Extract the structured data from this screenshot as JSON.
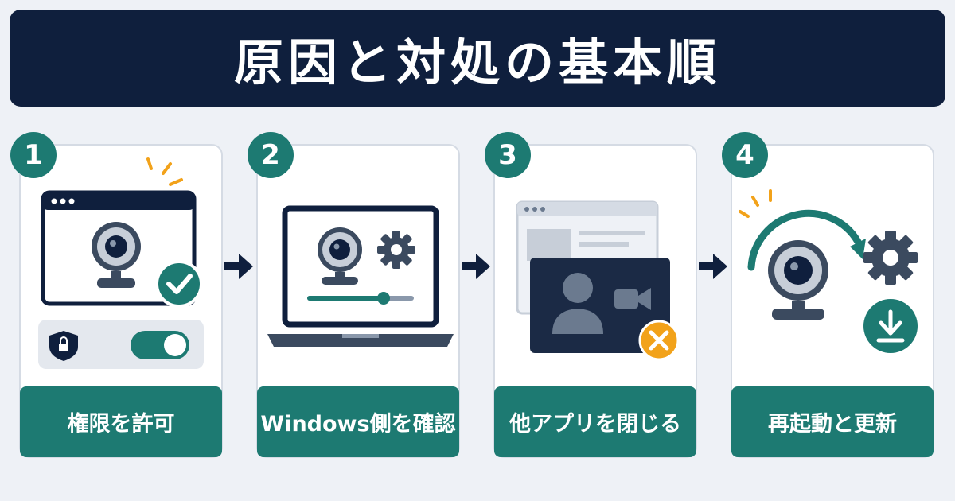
{
  "title": "原因と対処の基本順",
  "steps": [
    {
      "number": "1",
      "label": "権限を許可"
    },
    {
      "number": "2",
      "label": "Windows側を確認"
    },
    {
      "number": "3",
      "label": "他アプリを閉じる"
    },
    {
      "number": "4",
      "label": "再起動と更新"
    }
  ],
  "colors": {
    "navy": "#0f1f3d",
    "teal": "#1d7a72",
    "slate": "#3b4a5f",
    "accent_yellow": "#f2a21a",
    "background": "#eef1f6"
  },
  "icons": [
    "webcam-icon",
    "check-icon",
    "shield-lock-icon",
    "toggle-switch-icon",
    "laptop-icon",
    "gear-icon",
    "slider-icon",
    "browser-window-icon",
    "video-call-icon",
    "person-icon",
    "video-camera-icon",
    "error-x-icon",
    "refresh-arrow-icon",
    "download-icon",
    "arrow-right-icon"
  ]
}
